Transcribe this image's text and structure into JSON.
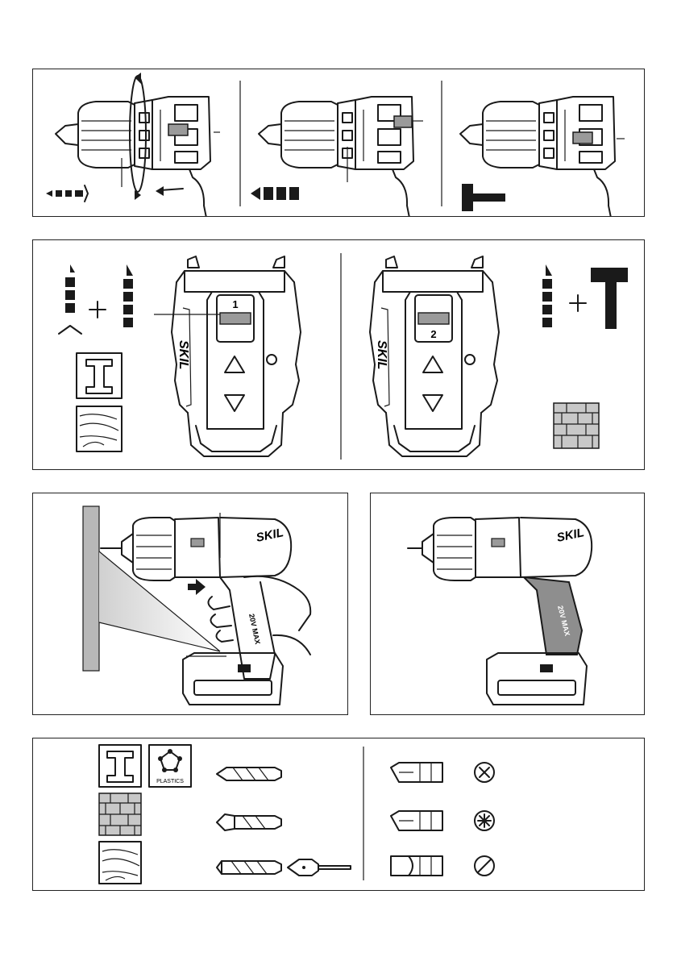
{
  "speed_labels": [
    "1",
    "2"
  ],
  "brand_text": "SKIL",
  "battery_text": "20V MAX",
  "material_labels": {
    "plastics": "PLASTICS"
  },
  "colors": {
    "ink": "#1a1a1a",
    "body_gray": "#9a9a9a",
    "light_gray": "#c8c8c8"
  },
  "icons": [
    "screw-bit-icon",
    "drill-bit-icon",
    "hammer-icon",
    "metal-beam-icon",
    "wood-icon",
    "brick-icon",
    "plastics-icon",
    "phillips-head-icon",
    "pozidriv-head-icon",
    "slotted-head-icon"
  ]
}
